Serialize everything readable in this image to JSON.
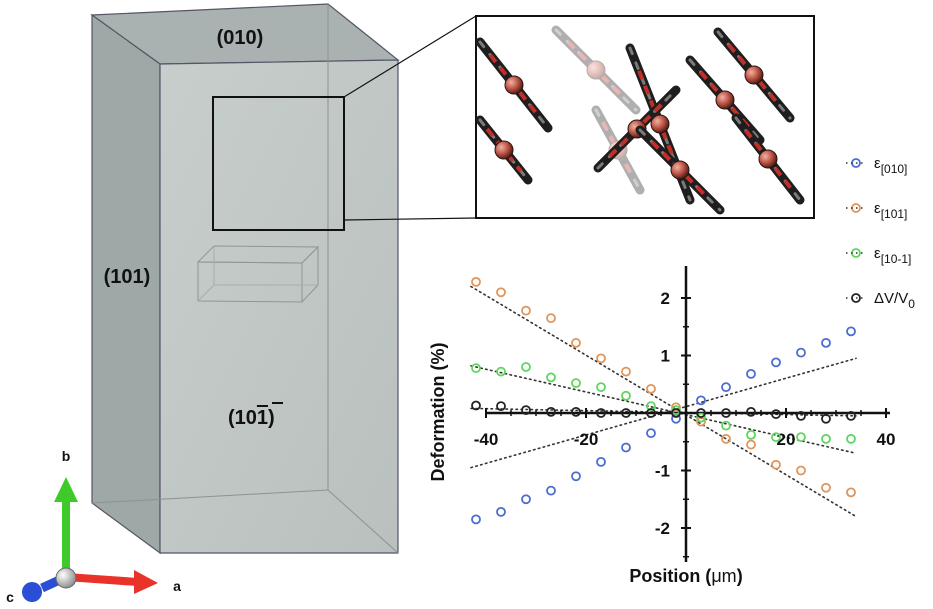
{
  "crystal": {
    "face_top": "(010)",
    "face_left": "(101)",
    "face_front_main": "(10",
    "face_front_bar": "1",
    "face_front_close": ")"
  },
  "axes_triad": {
    "a_label": "a",
    "b_label": "b",
    "c_label": "c",
    "colors": {
      "a": "#e8322a",
      "b": "#3ecb2a",
      "c": "#2a4fd6"
    }
  },
  "chart_data": {
    "type": "scatter",
    "xlabel_main": "Position (",
    "xlabel_unit": "μm",
    "xlabel_close": ")",
    "ylabel": "Deformation  (%)",
    "xlim": [
      -43,
      40
    ],
    "ylim": [
      -2.5,
      2.5
    ],
    "xticks": [
      -40,
      -20,
      20,
      40
    ],
    "yticks": [
      2,
      1,
      -1,
      -2
    ],
    "legend_position": "right",
    "series": [
      {
        "name_main": "ε",
        "name_sub": "[010]",
        "color": "#4a6cd4",
        "fit": [
          [
            -43,
            -0.95
          ],
          [
            34,
            0.95
          ]
        ],
        "points": [
          [
            -42,
            -1.85
          ],
          [
            -37,
            -1.72
          ],
          [
            -32,
            -1.5
          ],
          [
            -27,
            -1.35
          ],
          [
            -22,
            -1.1
          ],
          [
            -17,
            -0.85
          ],
          [
            -12,
            -0.6
          ],
          [
            -7,
            -0.35
          ],
          [
            -2,
            -0.1
          ],
          [
            3,
            0.22
          ],
          [
            8,
            0.45
          ],
          [
            13,
            0.68
          ],
          [
            18,
            0.88
          ],
          [
            23,
            1.05
          ],
          [
            28,
            1.22
          ],
          [
            33,
            1.42
          ]
        ]
      },
      {
        "name_main": "ε",
        "name_sub": "[101]",
        "color": "#e0955a",
        "fit": [
          [
            -43,
            2.2
          ],
          [
            34,
            -1.8
          ]
        ],
        "points": [
          [
            -42,
            2.28
          ],
          [
            -37,
            2.1
          ],
          [
            -32,
            1.78
          ],
          [
            -27,
            1.65
          ],
          [
            -22,
            1.22
          ],
          [
            -17,
            0.95
          ],
          [
            -12,
            0.72
          ],
          [
            -7,
            0.42
          ],
          [
            -2,
            0.1
          ],
          [
            3,
            -0.15
          ],
          [
            8,
            -0.45
          ],
          [
            13,
            -0.55
          ],
          [
            18,
            -0.9
          ],
          [
            23,
            -1.0
          ],
          [
            28,
            -1.3
          ],
          [
            33,
            -1.38
          ]
        ]
      },
      {
        "name_main": "ε",
        "name_sub": "[10-1]",
        "color": "#5ed65e",
        "fit": [
          [
            -43,
            0.82
          ],
          [
            34,
            -0.7
          ]
        ],
        "points": [
          [
            -42,
            0.78
          ],
          [
            -37,
            0.72
          ],
          [
            -32,
            0.8
          ],
          [
            -27,
            0.62
          ],
          [
            -22,
            0.52
          ],
          [
            -17,
            0.45
          ],
          [
            -12,
            0.3
          ],
          [
            -7,
            0.12
          ],
          [
            -2,
            0.05
          ],
          [
            3,
            -0.08
          ],
          [
            8,
            -0.22
          ],
          [
            13,
            -0.38
          ],
          [
            18,
            -0.42
          ],
          [
            23,
            -0.42
          ],
          [
            28,
            -0.45
          ],
          [
            33,
            -0.45
          ]
        ]
      },
      {
        "name_main": "ΔV/V",
        "name_sub": "0",
        "color": "#222222",
        "fit": [
          [
            -43,
            0.08
          ],
          [
            34,
            -0.05
          ]
        ],
        "points": [
          [
            -42,
            0.13
          ],
          [
            -37,
            0.12
          ],
          [
            -32,
            0.05
          ],
          [
            -27,
            0.02
          ],
          [
            -22,
            0.02
          ],
          [
            -17,
            0.0
          ],
          [
            -12,
            0.0
          ],
          [
            -7,
            0.0
          ],
          [
            -2,
            0.0
          ],
          [
            3,
            0.0
          ],
          [
            8,
            0.0
          ],
          [
            13,
            0.02
          ],
          [
            18,
            -0.02
          ],
          [
            23,
            -0.05
          ],
          [
            28,
            -0.1
          ],
          [
            33,
            -0.05
          ]
        ]
      }
    ]
  }
}
